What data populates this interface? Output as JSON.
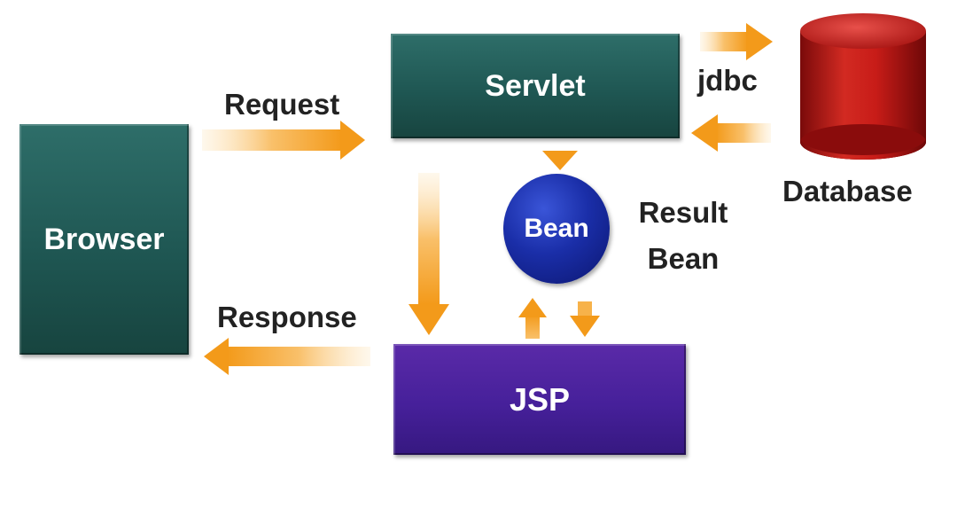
{
  "nodes": {
    "browser": "Browser",
    "servlet": "Servlet",
    "jsp": "JSP",
    "bean": "Bean",
    "database": "Database"
  },
  "labels": {
    "request": "Request",
    "response": "Response",
    "jdbc": "jdbc",
    "result_bean_line1": "Result",
    "result_bean_line2": "Bean"
  },
  "colors": {
    "teal_box": "#1f5753",
    "purple_box": "#46209a",
    "bean_blue": "#1a2ea8",
    "database_red": "#c41818",
    "arrow_orange": "#f5a020"
  }
}
